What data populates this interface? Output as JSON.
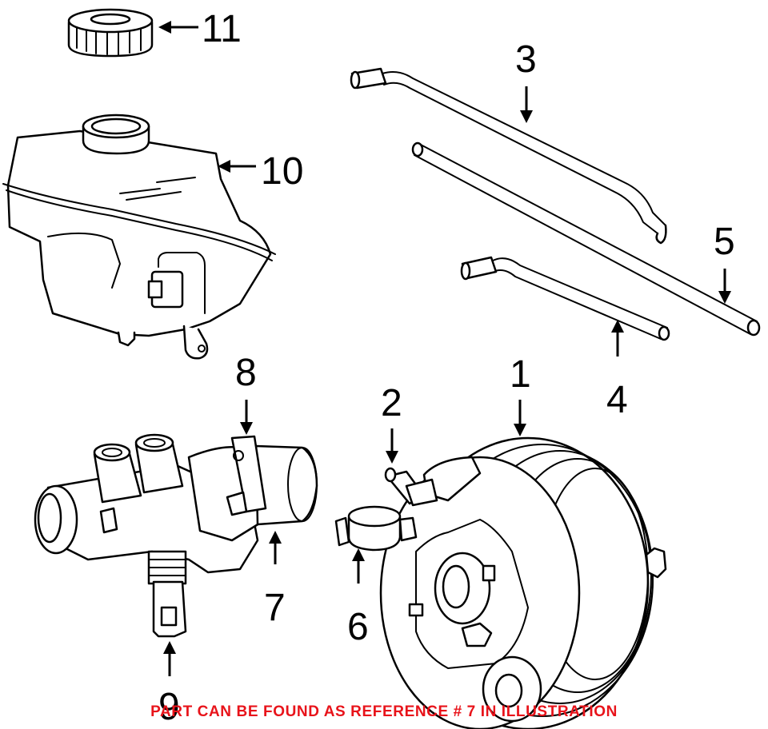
{
  "callouts": {
    "c1": "1",
    "c2": "2",
    "c3": "3",
    "c4": "4",
    "c5": "5",
    "c6": "6",
    "c7": "7",
    "c8": "8",
    "c9": "9",
    "c10": "10",
    "c11": "11"
  },
  "footer_note": "PART CAN BE FOUND AS REFERENCE # 7 IN ILLUSTRATION",
  "colors": {
    "line": "#000000",
    "background": "#ffffff",
    "note": "#e8131a"
  }
}
